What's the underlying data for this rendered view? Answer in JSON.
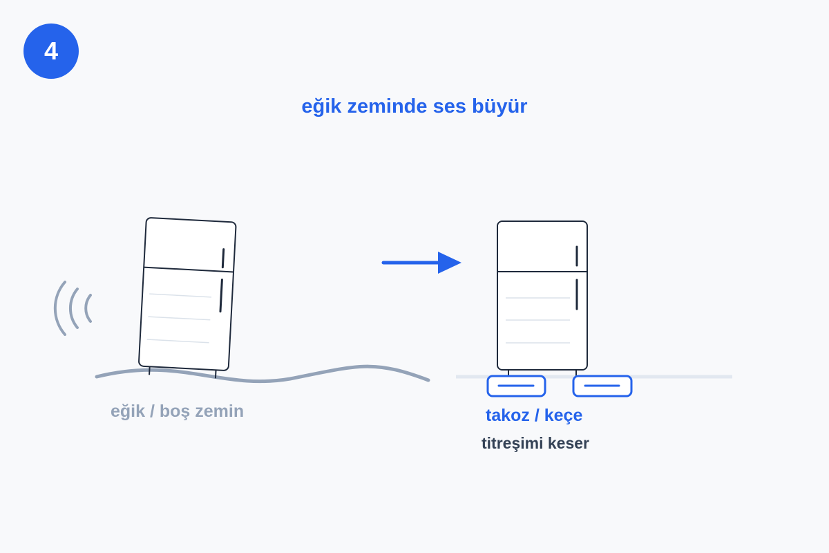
{
  "step": {
    "number": "4"
  },
  "title": "eğik zeminde ses büyür",
  "left_panel": {
    "label": "eğik / boş zemin"
  },
  "right_panel": {
    "label": "takoz / keçe",
    "sublabel": "titreşimi keser"
  },
  "colors": {
    "accent": "#2563eb",
    "muted": "#94a3b8",
    "dark": "#334155",
    "outline": "#1e293b",
    "floor_light": "#e2e8f0",
    "background": "#f8f9fb"
  }
}
